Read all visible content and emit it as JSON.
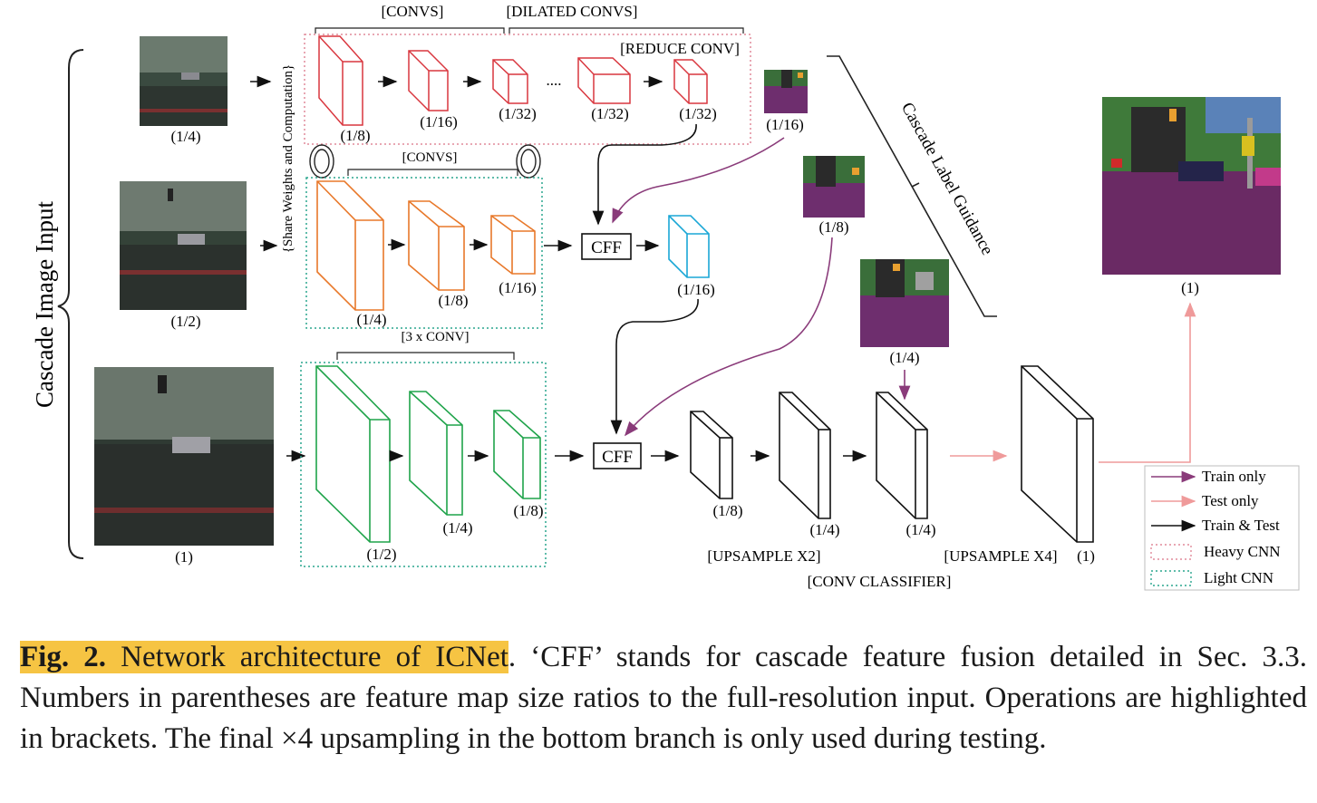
{
  "diagram": {
    "side_label": "Cascade Image Input",
    "share_label": "{Share Weights and Computation}",
    "guidance_label": "Cascade Label Guidance",
    "brackets": {
      "convs_top": "[CONVS]",
      "dilated": "[DILATED CONVS]",
      "reduce": "[REDUCE CONV]",
      "convs_mid": "[CONVS]",
      "three_conv": "[3 x CONV]",
      "up2": "[UPSAMPLE X2]",
      "up4": "[UPSAMPLE X4]",
      "classifier": "[CONV CLASSIFIER]"
    },
    "ratios": {
      "input_top": "(1/4)",
      "input_mid": "(1/2)",
      "input_bot": "(1)",
      "heavy": [
        "(1/8)",
        "(1/16)",
        "(1/32)",
        "(1/32)",
        "(1/32)"
      ],
      "ellipsis": "....",
      "light_mid": [
        "(1/4)",
        "(1/8)",
        "(1/16)"
      ],
      "light_bot": [
        "(1/2)",
        "(1/4)",
        "(1/8)"
      ],
      "cff_out": "(1/16)",
      "guide": [
        "(1/16)",
        "(1/8)",
        "(1/4)"
      ],
      "decoder": [
        "(1/8)",
        "(1/4)",
        "(1/4)",
        "(1)"
      ],
      "output": "(1)"
    },
    "cff": "CFF",
    "legend": {
      "train_only": "Train only",
      "test_only": "Test only",
      "train_test": "Train & Test",
      "heavy": "Heavy CNN",
      "light": "Light CNN"
    },
    "colors": {
      "heavy": "#d9373f",
      "orange": "#e8782a",
      "cyan": "#1aa7d6",
      "green": "#1fa34a",
      "purple": "#8a3b7a",
      "pink": "#ef9a9a",
      "light_box": "#20a090"
    }
  },
  "caption": {
    "fig": "Fig. 2.",
    "title": "Network architecture of ICNet",
    "body": ". ‘CFF’ stands for cascade feature fusion detailed in Sec. 3.3. Numbers in parentheses are feature map size ratios to the full-resolution input. Operations are highlighted in brackets. The final ×4 upsampling in the bottom branch is only used during testing."
  }
}
